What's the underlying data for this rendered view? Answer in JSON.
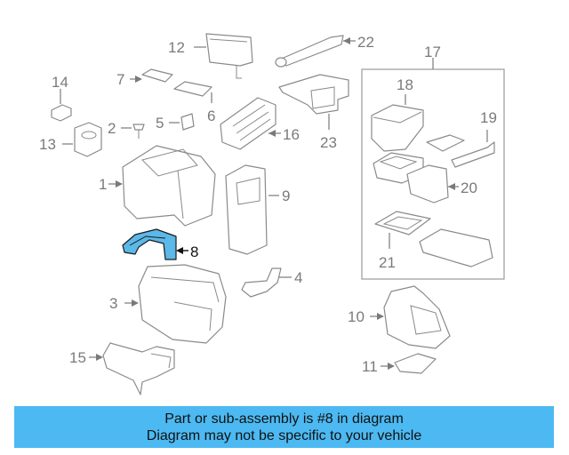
{
  "diagram": {
    "callouts": [
      "1",
      "2",
      "3",
      "4",
      "5",
      "6",
      "7",
      "8",
      "9",
      "10",
      "11",
      "12",
      "13",
      "14",
      "15",
      "16",
      "17",
      "18",
      "19",
      "20",
      "21",
      "22",
      "23"
    ],
    "highlighted_callout": "8",
    "highlight_color": "#5bb8e8"
  },
  "banner": {
    "line1": "Part or sub-assembly is #8 in diagram",
    "line2": "Diagram may not be specific to your vehicle",
    "background": "#4cb9f2"
  }
}
